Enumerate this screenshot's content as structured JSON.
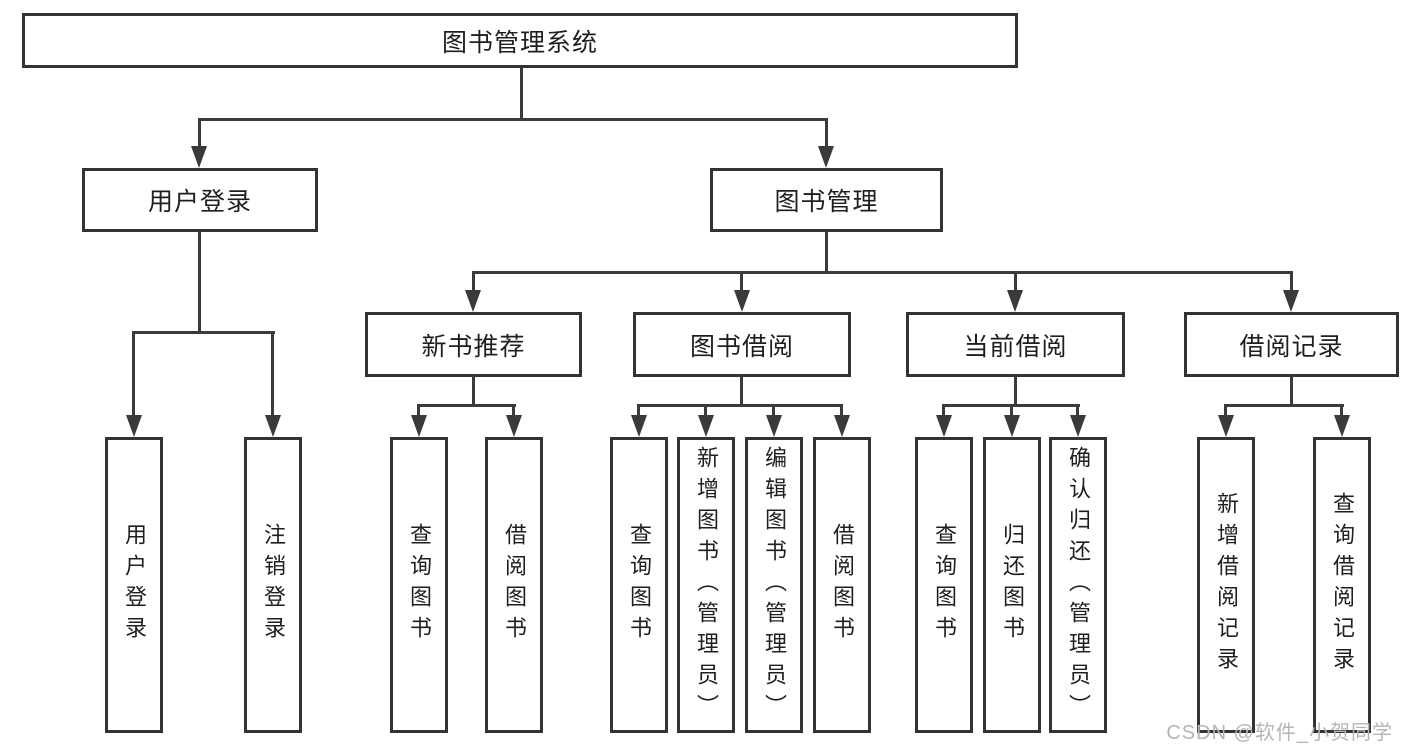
{
  "tree": {
    "root": "图书管理系统",
    "branches": [
      {
        "label": "用户登录",
        "leaves": [
          "用户登录",
          "注销登录"
        ]
      },
      {
        "label": "图书管理",
        "groups": [
          {
            "label": "新书推荐",
            "leaves": [
              "查询图书",
              "借阅图书"
            ]
          },
          {
            "label": "图书借阅",
            "leaves": [
              "查询图书",
              "新增图书（管理员）",
              "编辑图书（管理员）",
              "借阅图书"
            ]
          },
          {
            "label": "当前借阅",
            "leaves": [
              "查询图书",
              "归还图书",
              "确认归还（管理员）"
            ]
          },
          {
            "label": "借阅记录",
            "leaves": [
              "新增借阅记录",
              "查询借阅记录"
            ]
          }
        ]
      }
    ]
  },
  "watermark": {
    "text": "CSDN @软件_小贺同学"
  },
  "colors": {
    "line": "#3a3a3a",
    "box_border": "#333333",
    "text": "#1f1f1f",
    "watermark": "#b5b5b5",
    "background": "#ffffff"
  }
}
